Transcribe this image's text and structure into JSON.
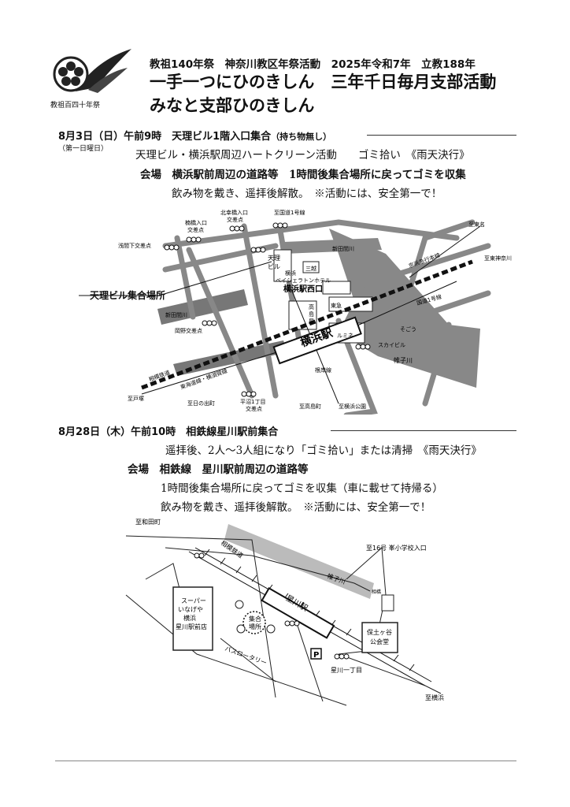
{
  "logo": {
    "caption": "教祖百四十年祭"
  },
  "header": {
    "line1": "教祖140年祭　神奈川教区年祭活動　2025年令和7年　立教188年",
    "line2": "一手一つにひのきしん　三年千日毎月支部活動",
    "line3": "みなと支部ひのきしん"
  },
  "event1": {
    "date_line": "8月3日（日）午前9時　天理ビル1階入口集合",
    "note": "（持ち物無し）",
    "sub_date": "（第一日曜日）",
    "line1": "天理ビル・横浜駅周辺ハートクリーン活動　　ゴミ拾い　《雨天決行》",
    "line2": "会場　横浜駅前周辺の道路等　1時間後集合場所に戻ってゴミを収集",
    "line3": "飲み物を戴き、遥拝後解散。　※活動には、安全第一で！"
  },
  "map1": {
    "labels": {
      "tenri_meeting": "天理ビル集合場所",
      "tenri_bldg_1": "天理",
      "tenri_bldg_2": "ビル",
      "kokudo1": "至国道1号線",
      "kitasaiwai": "北幸橋入口",
      "kitasaiwai2": "交差点",
      "kamei": "楠橋入口",
      "kamei2": "交差点",
      "asama": "浅間下交差点",
      "shinta_top": "新田間川",
      "shinta_left": "新田間川",
      "tomei": "至東名",
      "higashikanagawa": "至東神奈川",
      "keikyu": "京浜急行本線",
      "kokudo_line": "国道1号線",
      "mitsukoshi": "三越",
      "bayhotel1": "横浜",
      "bayhotel2": "ベイシェラトンホテル",
      "nishiguchi": "横浜駅西口",
      "takashimaya1": "高",
      "takashimaya2": "島",
      "takashimaya3": "屋",
      "tokyu": "東急",
      "station": "横浜駅",
      "lumine": "ルミネ",
      "sogo": "そごう",
      "skybuilding": "スカイビル",
      "katabira": "帷子川",
      "okano": "岡野交差点",
      "sotetsu": "相模鉄道",
      "tokaido": "東海道線・横須賀線",
      "totsuka": "至戸塚",
      "hinode": "至日の出町",
      "hiranuma1": "平沼1丁目",
      "hiranuma2": "交差点",
      "negishi": "根岸線",
      "takashimacho": "至高島町",
      "koen": "至横浜公園"
    }
  },
  "event2": {
    "date_line": "8月28日（木）午前10時　相鉄線星川駅前集合",
    "line1": "遥拝後、2人～3人組になり「ゴミ拾い」または清掃　《雨天決行》",
    "line2": "会場　相鉄線　星川駅前周辺の道路等",
    "line3": "1時間後集合場所に戻ってゴミを収集（車に載せて持帰る）",
    "line4": "飲み物を戴き、遥拝後解散。　※活動には、安全第一で！"
  },
  "map2": {
    "labels": {
      "wadamachi": "至和田町",
      "route16": "至16号 峯小学校入口",
      "sotetsu": "相模鉄道",
      "katabira": "帷子川",
      "hoshikawa_station": "星川駅",
      "super1": "スーパー",
      "super2": "いなげや",
      "super3": "横浜",
      "super4": "星川駅前店",
      "meeting1": "集合",
      "meeting2": "場所",
      "busrotary": "バスロータリー",
      "parking": "P",
      "hall1": "保土ヶ谷",
      "hall2": "公会堂",
      "hoshikawa1": "星川一丁目",
      "yokohama": "至横浜",
      "bridge": "相橋"
    }
  }
}
